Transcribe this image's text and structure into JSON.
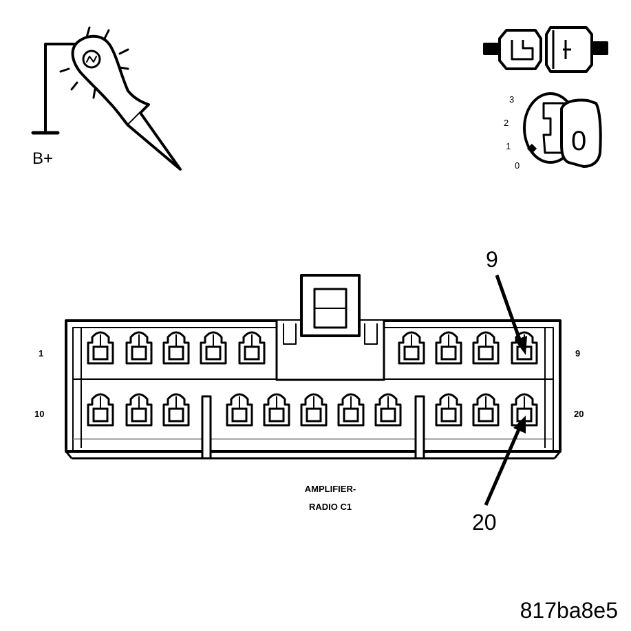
{
  "probe": {
    "label": "B+",
    "icon": "test-light-probe-icon"
  },
  "connector_icon": "connector-separation-icon",
  "ignition": {
    "icon": "ignition-key-icon",
    "positions": [
      "3",
      "2",
      "1",
      "0"
    ],
    "key_label": "0"
  },
  "connector": {
    "name_line1": "AMPLIFIER-",
    "name_line2": "RADIO C1",
    "row1_left_label": "1",
    "row1_right_label": "9",
    "row2_left_label": "10",
    "row2_right_label": "20",
    "row1_pin_count": 9,
    "row2_pin_count": 11,
    "callouts": [
      {
        "label": "9",
        "pin": 9
      },
      {
        "label": "20",
        "pin": 20
      }
    ]
  },
  "figure_id": "817ba8e5"
}
